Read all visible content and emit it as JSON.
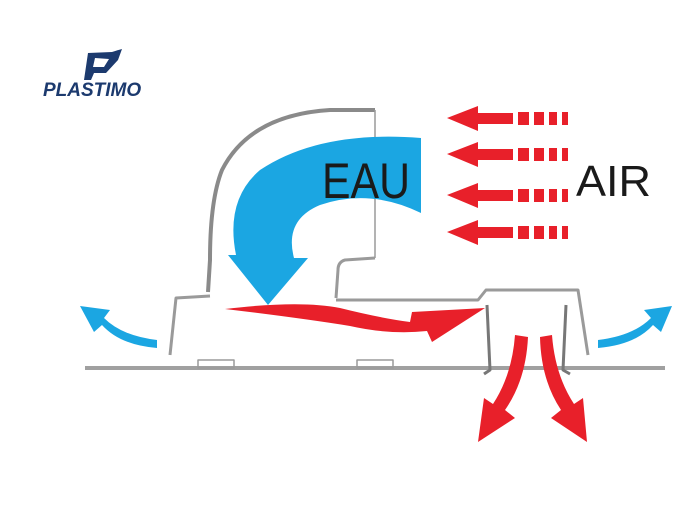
{
  "logo": {
    "brand": "PLASTIMO"
  },
  "labels": {
    "water": "EAU",
    "air": "AIR"
  },
  "colors": {
    "water": "#1ba6e2",
    "air": "#e8202a",
    "structure": "#9a9a9a",
    "brand": "#1c3a6e"
  }
}
